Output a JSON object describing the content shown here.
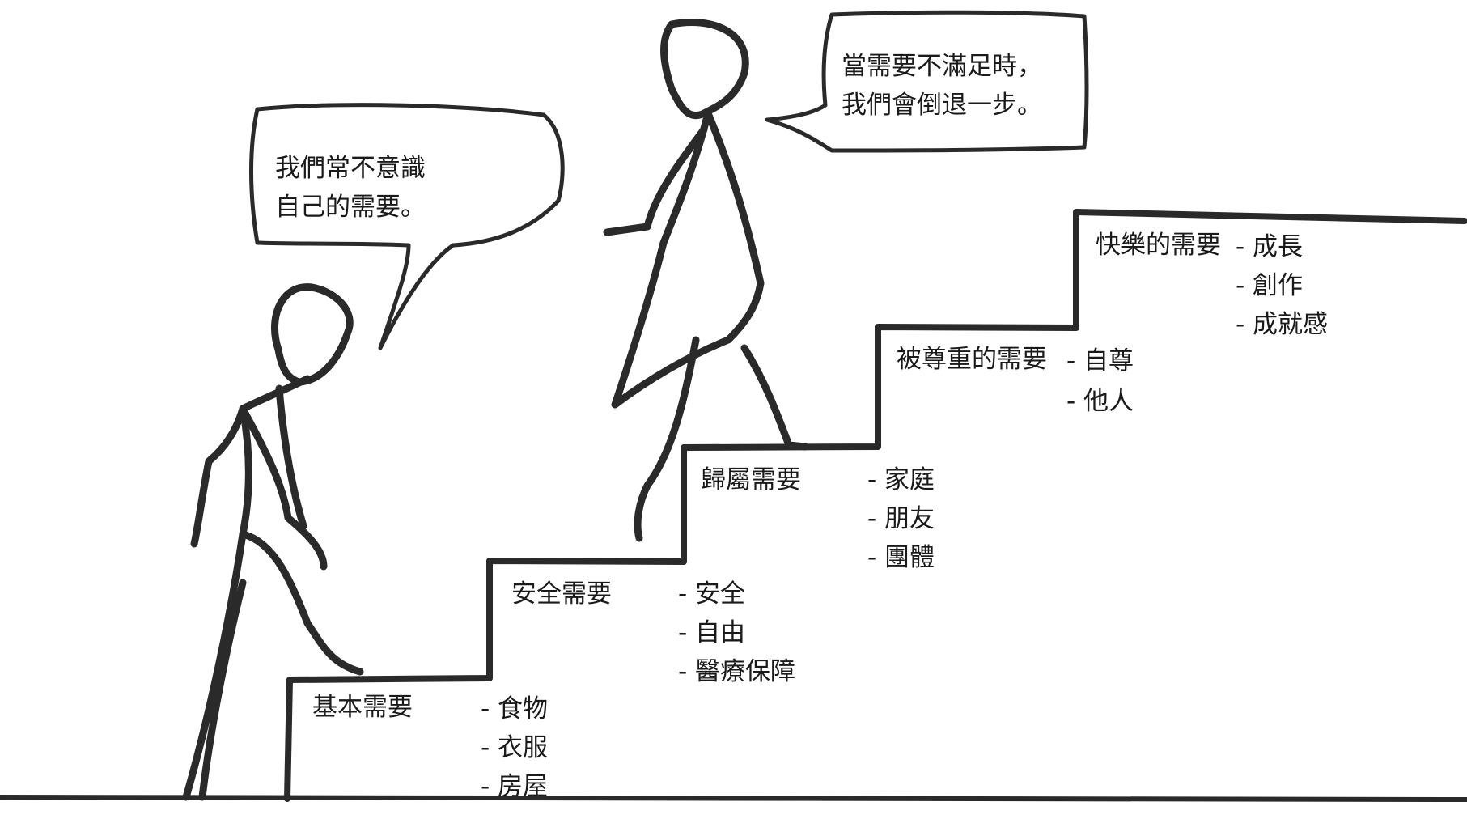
{
  "bubbles": {
    "left": {
      "line1": "我們常不意識",
      "line2": "自己的需要。"
    },
    "right": {
      "line1": "當需要不滿足時，",
      "line2": "我們會倒退一步。"
    }
  },
  "steps": [
    {
      "title": "基本需要",
      "items": [
        "- 食物",
        "- 衣服",
        "- 房屋"
      ]
    },
    {
      "title": "安全需要",
      "items": [
        "- 安全",
        "- 自由",
        "- 醫療保障"
      ]
    },
    {
      "title": "歸屬需要",
      "items": [
        "- 家庭",
        "- 朋友",
        "- 團體"
      ]
    },
    {
      "title": "被尊重的需要",
      "items": [
        "- 自尊",
        "- 他人"
      ]
    },
    {
      "title": "快樂的需要",
      "items": [
        "- 成長",
        "- 創作",
        "- 成就感"
      ]
    }
  ],
  "colors": {
    "ink": "#2a2a2a",
    "paper": "#ffffff"
  }
}
